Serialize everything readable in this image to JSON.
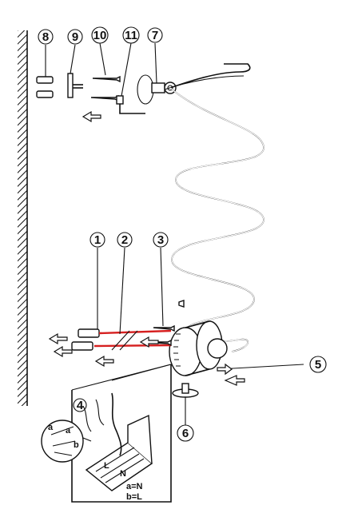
{
  "callouts": [
    {
      "id": "c1",
      "text": "1"
    },
    {
      "id": "c2",
      "text": "2"
    },
    {
      "id": "c3",
      "text": "3"
    },
    {
      "id": "c4",
      "text": "4"
    },
    {
      "id": "c5",
      "text": "5"
    },
    {
      "id": "c6",
      "text": "6"
    },
    {
      "id": "c7",
      "text": "7"
    },
    {
      "id": "c8",
      "text": "8"
    },
    {
      "id": "c9",
      "text": "9"
    },
    {
      "id": "c10",
      "text": "10"
    },
    {
      "id": "c11",
      "text": "11"
    }
  ],
  "inset": {
    "detail_label": "a",
    "wire_a": "a",
    "wire_b": "b",
    "terminal_a": "L",
    "terminal_b": "N",
    "legend_line1": "a=N",
    "legend_line2": "b=L"
  },
  "colors": {
    "ink": "#111111",
    "wire": "#d62020"
  }
}
